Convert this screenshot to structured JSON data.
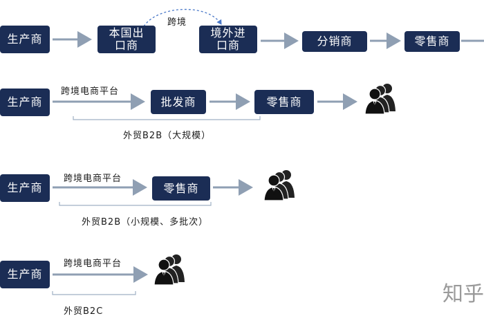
{
  "row1": {
    "producer": "生产商",
    "exporter_line1": "本国出",
    "exporter_line2": "口商",
    "importer_line1": "境外进",
    "importer_line2": "口商",
    "distributor": "分销商",
    "retailer": "零售商",
    "cross_border_label": "跨境"
  },
  "row2": {
    "producer": "生产商",
    "platform_label": "跨境电商平台",
    "wholesaler": "批发商",
    "retailer": "零售商",
    "bracket_label": "外贸B2B（大规模）"
  },
  "row3": {
    "producer": "生产商",
    "platform_label": "跨境电商平台",
    "retailer": "零售商",
    "bracket_label": "外贸B2B（小规模、多批次）"
  },
  "row4": {
    "producer": "生产商",
    "platform_label": "跨境电商平台",
    "bracket_label": "外贸B2C"
  },
  "icons": {
    "consumer": "consumer-group-icon",
    "watermark": "知乎"
  },
  "colors": {
    "box": "#1b2d55",
    "arrow": "#8f9fb3",
    "bracket": "#9fb0c4"
  }
}
